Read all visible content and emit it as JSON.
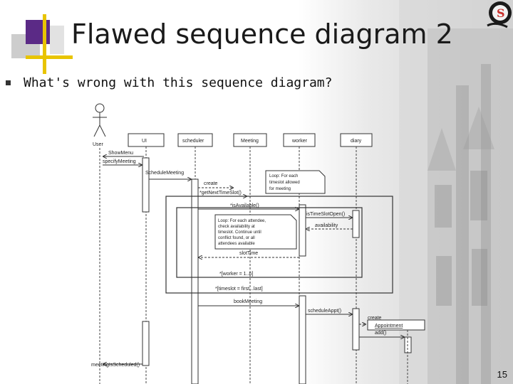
{
  "slide": {
    "title": "Flawed sequence diagram 2",
    "bullet": "What's wrong with this sequence diagram?",
    "page_number": "15"
  },
  "logo": {
    "letter": "S"
  },
  "diagram": {
    "actor": "User",
    "lifelines": [
      "UI",
      "scheduler",
      "Meeting",
      "worker",
      "diary"
    ],
    "messages": [
      "ShowMenu",
      "specifyMeeting",
      "ScheduleMeeting",
      "create",
      "*getNextTimeSlot()",
      "*isAvailable()",
      "isTimeSlotOpen()",
      "availability",
      "slotTime",
      "bookMeeting",
      "scheduleAppt()",
      "create",
      "add()",
      "meetingIsScheduled()"
    ],
    "new_object": "Appointment",
    "notes": {
      "loop_outer": [
        "Loop: For each",
        "timeslot allowed",
        "for meeting"
      ],
      "loop_inner": [
        "Loop: For each attendee,",
        "check availability at",
        "timeslot. Continue until",
        "conflict found, or all",
        "attendees available"
      ]
    },
    "guards": {
      "inner": "*[worker = 1..n]",
      "outer": "*[timeslot = first...last]"
    }
  }
}
